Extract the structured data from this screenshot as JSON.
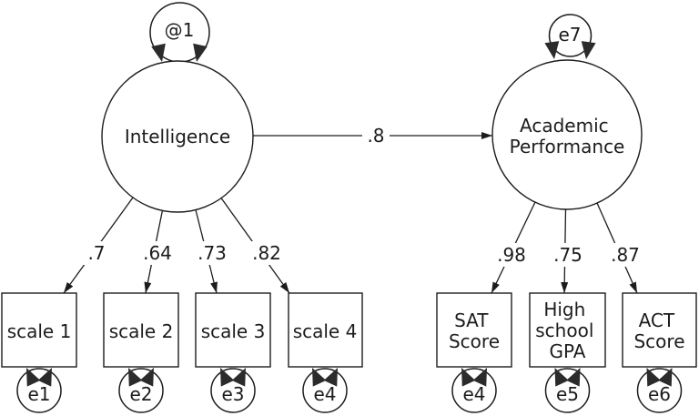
{
  "colors": {
    "background": "#ffffff",
    "ink": "#1c1c1c",
    "arrowhead": "#2b2b2b"
  },
  "diagram": {
    "kind": "sem-path-diagram",
    "latent_left": {
      "label": "Intelligence",
      "variance_label": "@1"
    },
    "latent_right": {
      "label_line1": "Academic",
      "label_line2": "Performance",
      "error_label": "e7"
    },
    "regression_coefficient": ".8",
    "indicators_left": [
      {
        "label": "scale 1",
        "loading": ".7",
        "error": "e1"
      },
      {
        "label": "scale 2",
        "loading": ".64",
        "error": "e2"
      },
      {
        "label": "scale 3",
        "loading": ".73",
        "error": "e3"
      },
      {
        "label": "scale 4",
        "loading": ".82",
        "error": "e4"
      }
    ],
    "indicators_right": [
      {
        "label_line1": "SAT",
        "label_line2": "Score",
        "loading": ".98",
        "error": "e4"
      },
      {
        "label_line1": "High",
        "label_line2": "school",
        "label_line3": "GPA",
        "loading": ".75",
        "error": "e5"
      },
      {
        "label_line1": "ACT",
        "label_line2": "Score",
        "loading": ".87",
        "error": "e6"
      }
    ]
  }
}
